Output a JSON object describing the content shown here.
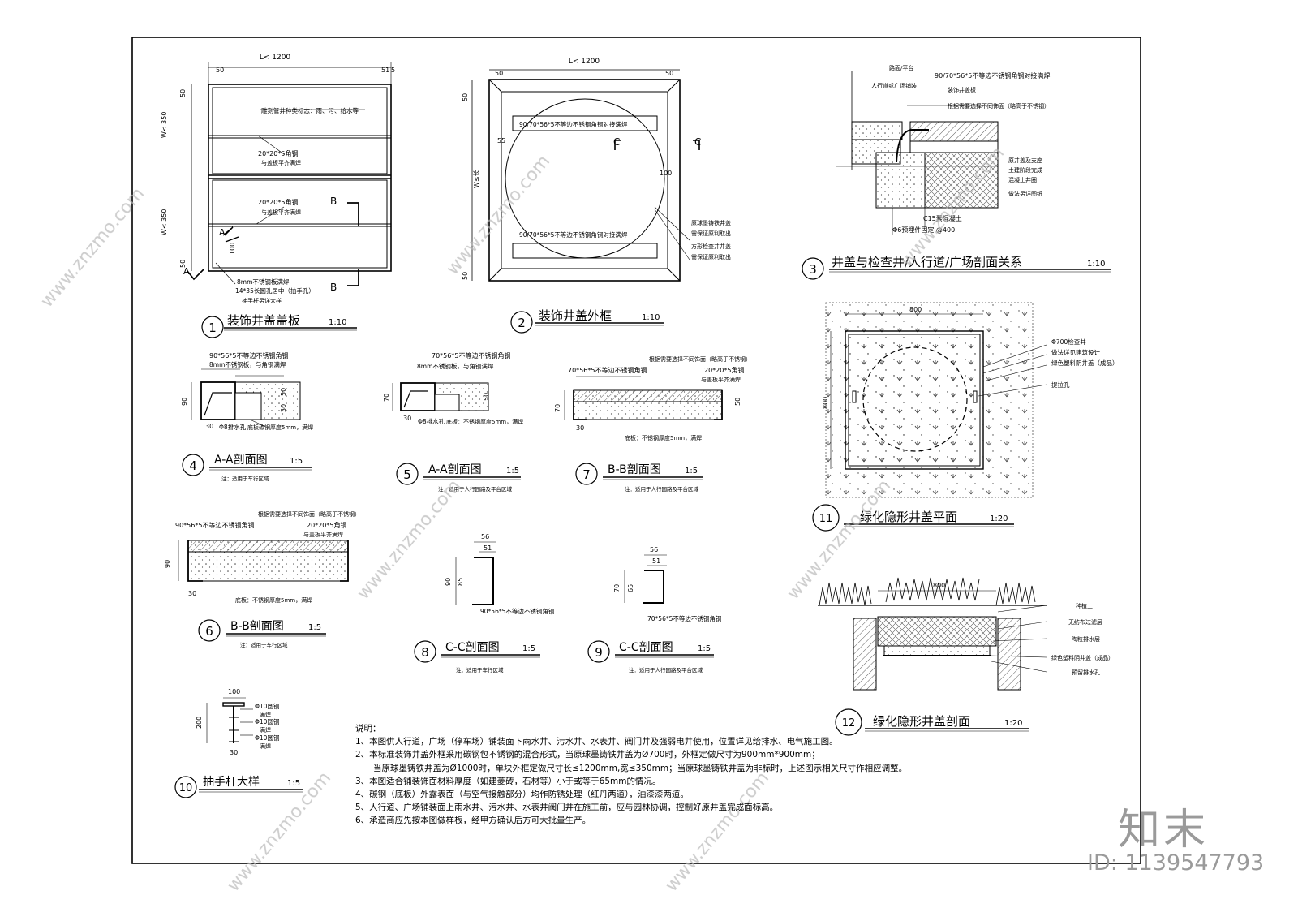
{
  "panels": {
    "p1": {
      "num": "1",
      "title": "装饰井盖盖板",
      "scale": "1:10"
    },
    "p2": {
      "num": "2",
      "title": "装饰井盖外框",
      "scale": "1:10"
    },
    "p3": {
      "num": "3",
      "title": "井盖与检查井/人行道/广场剖面关系",
      "scale": "1:10"
    },
    "p4": {
      "num": "4",
      "title": "A-A剖面图",
      "scale": "1:5",
      "note": "注：适用于车行区域"
    },
    "p5": {
      "num": "5",
      "title": "A-A剖面图",
      "scale": "1:5",
      "note": "注：适用于人行园路及平台区域"
    },
    "p6": {
      "num": "6",
      "title": "B-B剖面图",
      "scale": "1:5",
      "note": "注：适用于车行区域"
    },
    "p7": {
      "num": "7",
      "title": "B-B剖面图",
      "scale": "1:5",
      "note": "注：适用于人行园路及平台区域"
    },
    "p8": {
      "num": "8",
      "title": "C-C剖面图",
      "scale": "1:5",
      "note": "注：适用于车行区域"
    },
    "p9": {
      "num": "9",
      "title": "C-C剖面图",
      "scale": "1:5",
      "note": "注：适用于人行园路及平台区域"
    },
    "p10": {
      "num": "10",
      "title": "抽手杆大样",
      "scale": "1:5"
    },
    "p11": {
      "num": "11",
      "title": "绿化隐形井盖平面",
      "scale": "1:20"
    },
    "p12": {
      "num": "12",
      "title": "绿化隐形井盖剖面",
      "scale": "1:20"
    }
  },
  "labels": {
    "l1200": "L< 1200",
    "w350": "W< 350",
    "d50": "50",
    "d5": "5",
    "d51": "51",
    "d55": "55",
    "d100": "100",
    "d90": "90",
    "d70": "70",
    "d30": "30",
    "d56": "56",
    "d85": "85",
    "d65": "65",
    "d200": "200",
    "d800": "800",
    "d800b": "800",
    "lw": "W≤长",
    "secA": "A",
    "secB": "B",
    "secC": "C",
    "engrave": "雕刻管井种类标志：雨、污、给水等",
    "angle20": "20*20*5角钢",
    "flushWeld": "与盖板平齐满焊",
    "plate8": "8mm不锈钢板满焊",
    "slot": "14*35长圆孔居中（抽手孔）",
    "handle": "抽手杆另详大样",
    "angle90": "90/70*56*5不等边不锈钢角钢对接满焊",
    "ductile1": "原球墨铸铁井盖",
    "ductile2": "需保证原利取出",
    "square1": "方形检查井井盖",
    "square2": "需保证原利取出",
    "road": "路面/平台",
    "paving": "人行道或广场铺装",
    "decoCover": "装饰井盖板",
    "finish": "根据需要选择不同饰面（略高于不锈钢）",
    "origCover": "原井盖及支座",
    "concrete1": "土建阶段完成",
    "concrete2": "混凝土井圈",
    "otherSpec": "做法另详图纸",
    "c15": "C15素混凝土",
    "bolt": "Φ6预埋件固定,@400",
    "p4a": "90*56*5不等边不锈钢角钢",
    "p4b": "8mm不锈钢板，与角钢满焊",
    "drain8": "Φ8排水孔",
    "bottom5a": "底板碳钢厚度5mm，满焊",
    "p5a": "70*56*5不等边不锈钢角钢",
    "p5b": "8mm不锈钢板，与角钢满焊",
    "bottom5b": "底板：不锈钢厚度5mm，满焊",
    "p7a": "70*56*5不等边不锈钢角钢",
    "p7b": "根据需要选择不同饰面（略高于不锈钢）",
    "p7c": "20*20*5角钢",
    "p7d": "与盖板平齐满焊",
    "p6a": "90*56*5不等边不锈钢角钢",
    "p6b": "根据需要选择不同饰面（略高于不锈钢）",
    "p6c": "20*20*5角钢",
    "p6d": "与盖板平齐满焊",
    "p8a": "90*56*5不等边不锈钢角钢",
    "p9a": "70*56*5不等边不锈钢角钢",
    "bar1": "Φ10圆钢",
    "bar2": "满焊",
    "bar3": "Φ10圆钢",
    "bar4": "满焊",
    "bar5": "Φ10圆钢",
    "bar6": "满焊",
    "inspect700": "Φ700检查井",
    "archDesign": "做法详见建筑设计",
    "greenCover": "绿色塑料阴井盖（成品）",
    "liftHole": "提拉孔",
    "soil": "种植土",
    "geotextile": "无纺布过滤层",
    "ceramsite": "陶粒排水层",
    "greenCover2": "绿色塑料阴井盖（成品）",
    "drainHole": "预留排水孔"
  },
  "notes": {
    "head": "说明：",
    "n1": "1、本图供人行道，广场（停车场）铺装面下雨水井、污水井、水表井、阀门井及强弱电井使用，位置详见给排水、电气施工图。",
    "n2a": "2、本标准装饰井盖外框采用碳钢包不锈钢的混合形式，当原球墨铸铁井盖为Ø700时，外框定做尺寸为900mm*900mm；",
    "n2b": "当原球墨铸铁井盖为Ø1000时，单块外框定做尺寸长≤1200mm,宽≤350mm；当原球墨铸铁井盖为非标时，上述图示相关尺寸作相应调整。",
    "n3": "3、本图适合铺装饰面材料厚度（如建菱砖，石材等）小于或等于65mm的情况。",
    "n4": "4、碳钢（底板）外露表面（与空气接触部分）均作防锈处理（红丹两道），油漆漆两道。",
    "n5": "5、人行道、广场铺装面上雨水井、污水井、水表井阀门井在施工前，应与园林协调，控制好原井盖完成面标高。",
    "n6": "6、承造商应先按本图做样板，经甲方确认后方可大批量生产。"
  },
  "watermark": {
    "logo": "知末",
    "id": "ID: 1139547793",
    "site": "www.znzmo.com"
  }
}
